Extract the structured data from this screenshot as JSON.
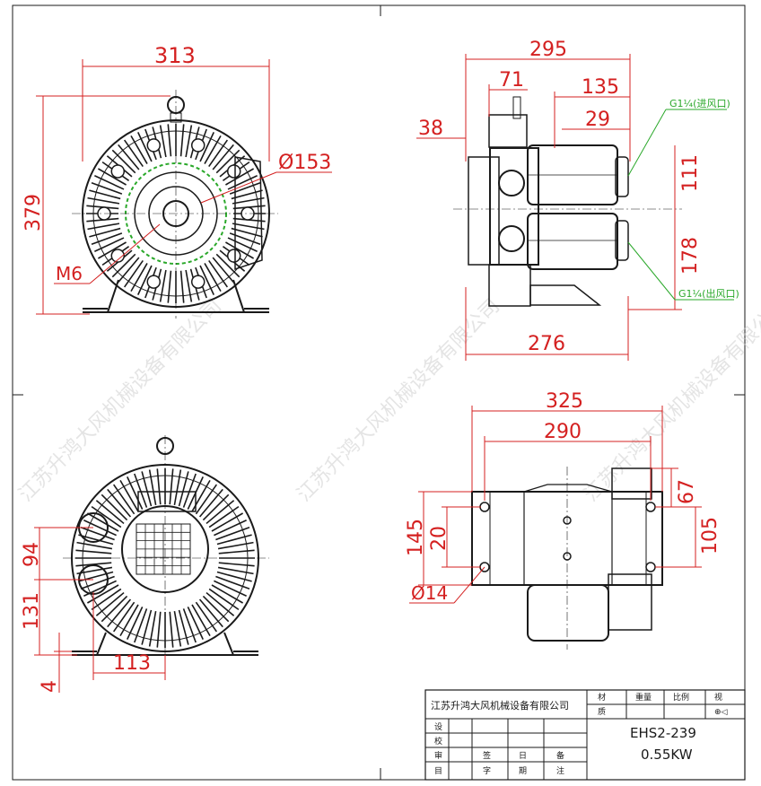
{
  "dimensions": {
    "front_width": "313",
    "front_height": "379",
    "front_bolt_circle": "Ø153",
    "front_thread": "M6",
    "side_width": "295",
    "side_71": "71",
    "side_135": "135",
    "side_38": "38",
    "side_29": "29",
    "side_111": "111",
    "side_178": "178",
    "side_base": "276",
    "side_inlet": "G1¼(进风口)",
    "side_outlet": "G1¼(出风口)",
    "rear_94": "94",
    "rear_131": "131",
    "rear_113": "113",
    "rear_4": "4",
    "base_325": "325",
    "base_290": "290",
    "base_67": "67",
    "base_105": "105",
    "base_145": "145",
    "base_20": "20",
    "base_hole": "Ø14"
  },
  "watermark": "江苏升鸿大风机械设备有限公司",
  "title_block": {
    "company": "江苏升鸿大风机械设备有限公司",
    "col_material_1": "材",
    "col_material_2": "质",
    "col_weight": "重量",
    "col_scale": "比例",
    "col_view": "视",
    "view_symbol": "⊕◁",
    "row_design": "设",
    "row_check": "校",
    "row_audit": "审",
    "row_item": "目",
    "foot_sign_1": "签",
    "foot_sign_2": "字",
    "foot_date_1": "日",
    "foot_date_2": "期",
    "foot_note_1": "备",
    "foot_note_2": "注",
    "model": "EHS2-239",
    "power": "0.55KW"
  },
  "colors": {
    "dimension": "#d42020",
    "connection": "#2aa82a",
    "ink": "#1a1a1a"
  }
}
